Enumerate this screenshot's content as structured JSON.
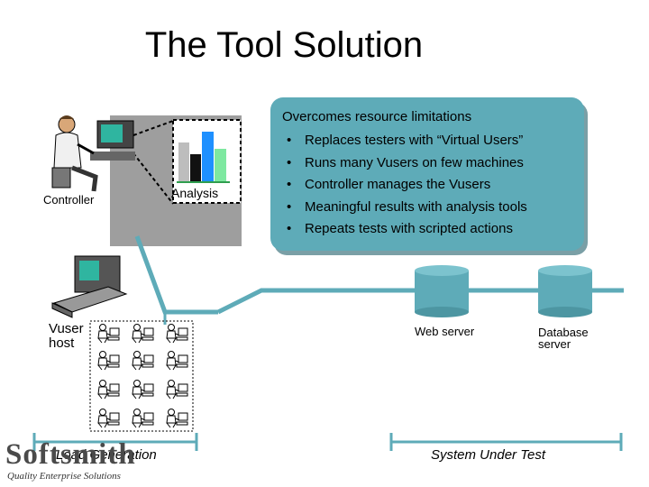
{
  "slide": {
    "title": "The Tool Solution"
  },
  "callout": {
    "heading": "Overcomes resource limitations",
    "bullets": [
      "Replaces testers with “Virtual Users”",
      "Runs many Vusers on few machines",
      "Controller manages the Vusers",
      "Meaningful results with analysis tools",
      "Repeats tests with scripted actions"
    ],
    "bullet_glyph": "•",
    "color": "#5eabb8"
  },
  "nodes": {
    "controller": "Controller",
    "analysis": "Analysis",
    "vuser_host": [
      "Vuser",
      "host"
    ],
    "web_server": "Web server",
    "database_server": [
      "Database",
      "server"
    ]
  },
  "groups": {
    "load_generation": "Load Generation",
    "system_under_test": "System Under Test"
  },
  "logo": {
    "wordmark": "Softsmith",
    "tagline": "Quality Enterprise Solutions"
  },
  "colors": {
    "network_line": "#5eabb8",
    "cylinder": "#5eabb8",
    "gray_panel": "#9e9e9e",
    "bar_blue": "#1e90ff",
    "bar_black": "#111111",
    "bar_green": "#7ee8a0"
  },
  "icons": {
    "controller": "person-at-computer-icon",
    "vuser_host": "workstation-icon",
    "vusers": "virtual-user-icon",
    "servers": "database-cylinder-icon"
  }
}
